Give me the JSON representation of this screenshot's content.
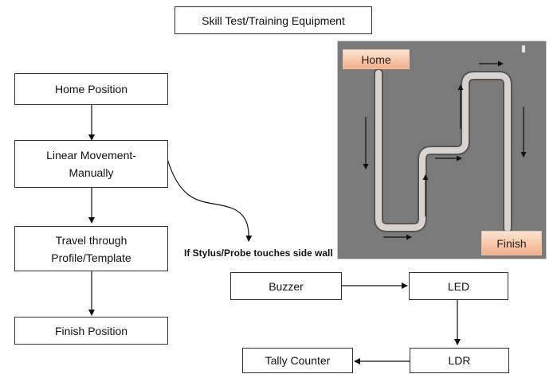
{
  "title": "Skill Test/Training Equipment",
  "flow": {
    "home": "Home Position",
    "linear_line1": "Linear Movement-",
    "linear_line2": "Manually",
    "travel_line1": "Travel through",
    "travel_line2": "Profile/Template",
    "finish": "Finish Position"
  },
  "condition": "If Stylus/Probe touches side wall",
  "signal": {
    "buzzer": "Buzzer",
    "led": "LED",
    "ldr": "LDR",
    "counter": "Tally Counter"
  },
  "panel": {
    "home_label": "Home",
    "finish_label": "Finish",
    "background_color": "#7a7a7a",
    "track_color": "#d9d3cf"
  }
}
